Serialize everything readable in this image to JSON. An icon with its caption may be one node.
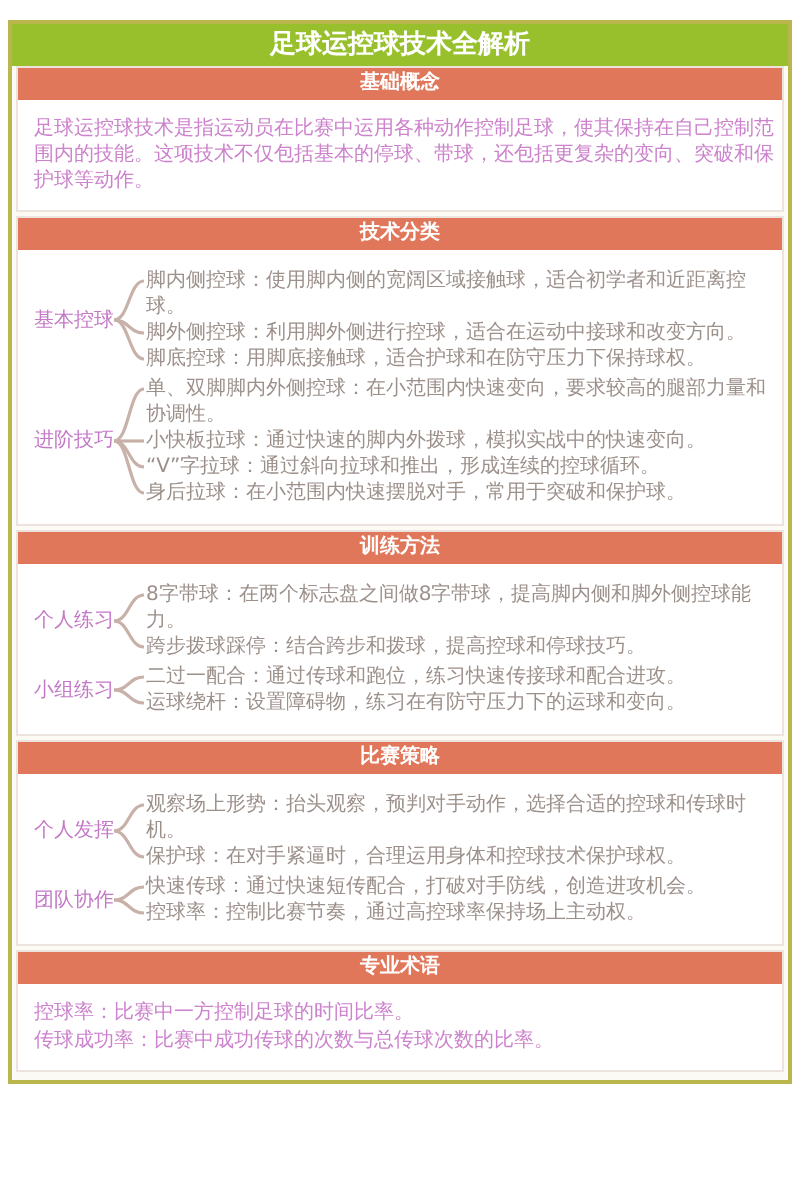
{
  "diagram": {
    "title": "足球运控球技术全解析",
    "nodes": [
      {
        "text": [
          "基础概念",
          "足球运控球技术是指运动员在比赛中运用各种动作控制足球，使其保持在自己控制范围内的技能。这项技术不仅包括基本的停球、带球，还包括更复杂的变向、突破和保护球等动作。"
        ]
      },
      {
        "text": [
          "技术分类"
        ]
      },
      {
        "text": [
          "基本控球"
        ],
        "in": 1
      },
      {
        "text": [
          "脚内侧控球：使用脚内侧的宽阔区域接触球，适合初学者和近距离控球。"
        ],
        "in": 1
      },
      {
        "text": [
          "脚外侧控球：利用脚外侧进行控球，适合在运动中接球和改变方向。"
        ],
        "in": 1
      },
      {
        "text": [
          "脚底控球：用脚底接触球，适合护球和在防守压力下保持球权。"
        ],
        "in": 1
      },
      {
        "text": [
          "进阶技巧"
        ],
        "in": 1
      },
      {
        "text": [
          "单、双脚脚内外侧控球：在小范围内快速变向，要求较高的腿部力量和协调性。"
        ],
        "in": 1
      },
      {
        "text": [
          "小快板拉球：通过快速的脚内外拨球，模拟实战中的快速变向。"
        ],
        "in": 1
      },
      {
        "text": [
          "“V”字拉球：通过斜向拉球和推出，形成连续的控球循环。"
        ],
        "in": 1
      },
      {
        "text": [
          "身后拉球：在小范围内快速摆脱对手，常用于突破和保护球。"
        ],
        "in": 1
      },
      {
        "text": [
          "训练方法"
        ]
      },
      {
        "text": [
          "个人练习"
        ],
        "in": 11
      },
      {
        "text": [
          "8字带球：在两个标志盘之间做8字带球，提高脚内侧和脚外侧控球能力。"
        ],
        "in": 11
      },
      {
        "text": [
          "跨步拨球踩停：结合跨步和拨球，提高控球和停球技巧。"
        ],
        "in": 11
      },
      {
        "text": [
          "小组练习"
        ],
        "in": 11
      },
      {
        "text": [
          "二过一配合：通过传球和跑位，练习快速传接球和配合进攻。"
        ],
        "in": 11
      },
      {
        "text": [
          "运球绕杆：设置障碍物，练习在有防守压力下的运球和变向。"
        ],
        "in": 11
      },
      {
        "text": [
          "比赛策略"
        ]
      },
      {
        "text": [
          "个人发挥"
        ],
        "in": 18
      },
      {
        "text": [
          "观察场上形势：抬头观察，预判对手动作，选择合适的控球和传球时机。"
        ],
        "in": 18
      },
      {
        "text": [
          "保护球：在对手紧逼时，合理运用身体和控球技术保护球权。"
        ],
        "in": 18
      },
      {
        "text": [
          "团队协作"
        ],
        "in": 18
      },
      {
        "text": [
          "快速传球：通过快速短传配合，打破对手防线，创造进攻机会。"
        ],
        "in": 18
      },
      {
        "text": [
          "控球率：控制比赛节奏，通过高控球率保持场上主动权。"
        ],
        "in": 18
      },
      {
        "text": [
          "专业术语",
          "控球率：比赛中一方控制足球的时间比率。",
          "传球成功率：比赛中成功传球的次数与总传球次数的比率。"
        ]
      }
    ],
    "edges": [
      {
        "from": 2,
        "to": 3,
        "arrow": "none"
      },
      {
        "from": 2,
        "to": 4,
        "arrow": "none"
      },
      {
        "from": 2,
        "to": 5,
        "arrow": "none"
      },
      {
        "from": 6,
        "to": 7,
        "arrow": "none"
      },
      {
        "from": 6,
        "to": 8,
        "arrow": "none"
      },
      {
        "from": 6,
        "to": 9,
        "arrow": "none"
      },
      {
        "from": 6,
        "to": 10,
        "arrow": "none"
      },
      {
        "from": 12,
        "to": 13,
        "arrow": "none"
      },
      {
        "from": 12,
        "to": 14,
        "arrow": "none"
      },
      {
        "from": 15,
        "to": 16,
        "arrow": "none"
      },
      {
        "from": 15,
        "to": 17,
        "arrow": "none"
      },
      {
        "from": 19,
        "to": 20,
        "arrow": "none"
      },
      {
        "from": 19,
        "to": 21,
        "arrow": "none"
      },
      {
        "from": 22,
        "to": 23,
        "arrow": "none"
      },
      {
        "from": 22,
        "to": 24,
        "arrow": "none"
      }
    ]
  }
}
